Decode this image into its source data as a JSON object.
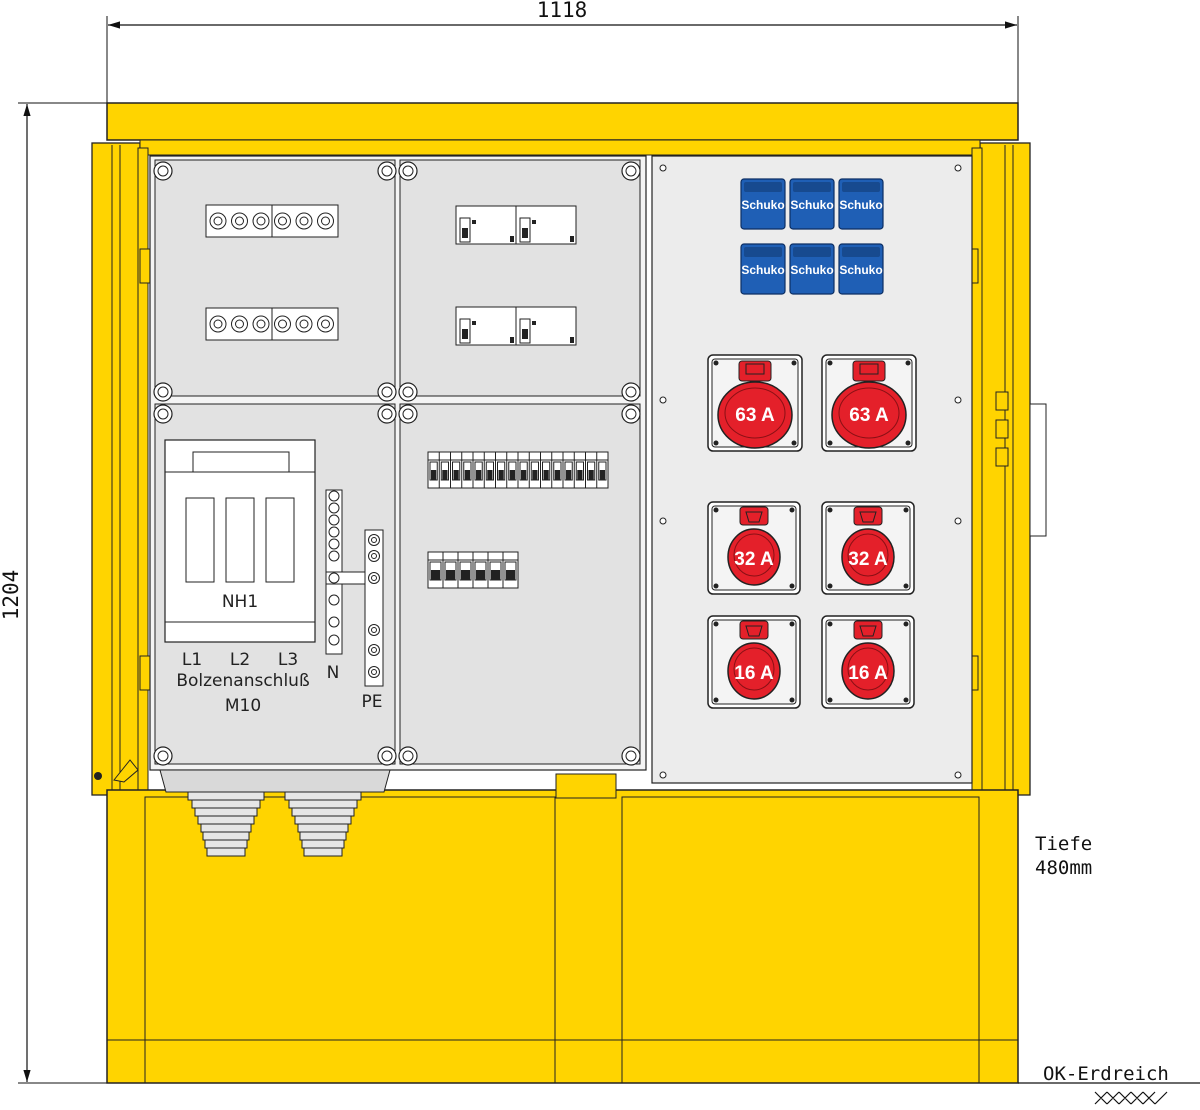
{
  "dimensions": {
    "width": "1118",
    "height": "1204"
  },
  "colors": {
    "housing": "#FFD400",
    "panel": "#E2E2E2",
    "socket_red": "#E4202A",
    "schuko_blue": "#1F5FB5"
  },
  "terminals_panel": {
    "main_switch_label": "NH1",
    "phases": [
      "L1",
      "L2",
      "L3"
    ],
    "connection_note": "Bolzenanschluß",
    "bolt_size": "M10",
    "neutral_label": "N",
    "earth_label": "PE"
  },
  "schuko": {
    "label": "Schuko",
    "count": 6
  },
  "cee_sockets": [
    {
      "rating": "63 A"
    },
    {
      "rating": "63 A"
    },
    {
      "rating": "32 A"
    },
    {
      "rating": "32 A"
    },
    {
      "rating": "16 A"
    },
    {
      "rating": "16 A"
    }
  ],
  "depth_note": {
    "label": "Tiefe",
    "value": "480mm"
  },
  "ground_level": "OK-Erdreich",
  "icons": [
    "cable-gland-icon",
    "circuit-breaker-icon",
    "fuse-holder-icon",
    "ground-hatch-icon"
  ]
}
